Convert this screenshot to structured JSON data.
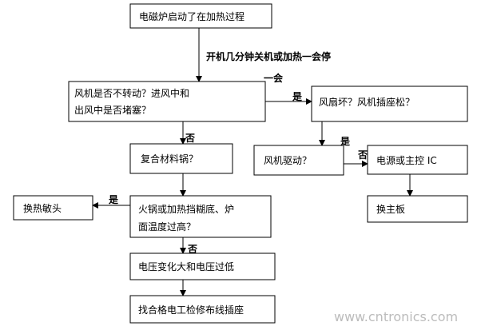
{
  "nodes": {
    "start": {
      "lines": [
        "电磁炉启动了在加热过程"
      ]
    },
    "fan_stop": {
      "lines": [
        "风机是否不转动？进风中和",
        "出风中是否堵塞？"
      ]
    },
    "fan_broken": {
      "lines": [
        "风扇坏？风机插座松？"
      ]
    },
    "composite_pot": {
      "lines": [
        "复合材料锅？"
      ]
    },
    "fan_driver": {
      "lines": [
        "风机驱动？"
      ]
    },
    "power_ic": {
      "lines": [
        "电源或主控 IC"
      ]
    },
    "replace_sensor": {
      "lines": [
        "换热敏头"
      ]
    },
    "pot_temp": {
      "lines": [
        "火锅或加热挡糊底、炉",
        "面温度过高？"
      ]
    },
    "replace_board": {
      "lines": [
        "换主板"
      ]
    },
    "voltage": {
      "lines": [
        "电压变化大和电压过低"
      ]
    },
    "socket": {
      "lines": [
        "找合格电工检修布线插座"
      ]
    }
  },
  "edge_labels": {
    "start_note_line1": "开机几分钟关机或加热一会停",
    "start_note_line2": "一会",
    "yes_fan_broken": "是",
    "no_composite": "否",
    "yes_fan_driver": "是",
    "no_power_ic": "否",
    "yes_sensor": "是",
    "no_voltage": "否"
  },
  "watermark": "www.cntronics.com"
}
